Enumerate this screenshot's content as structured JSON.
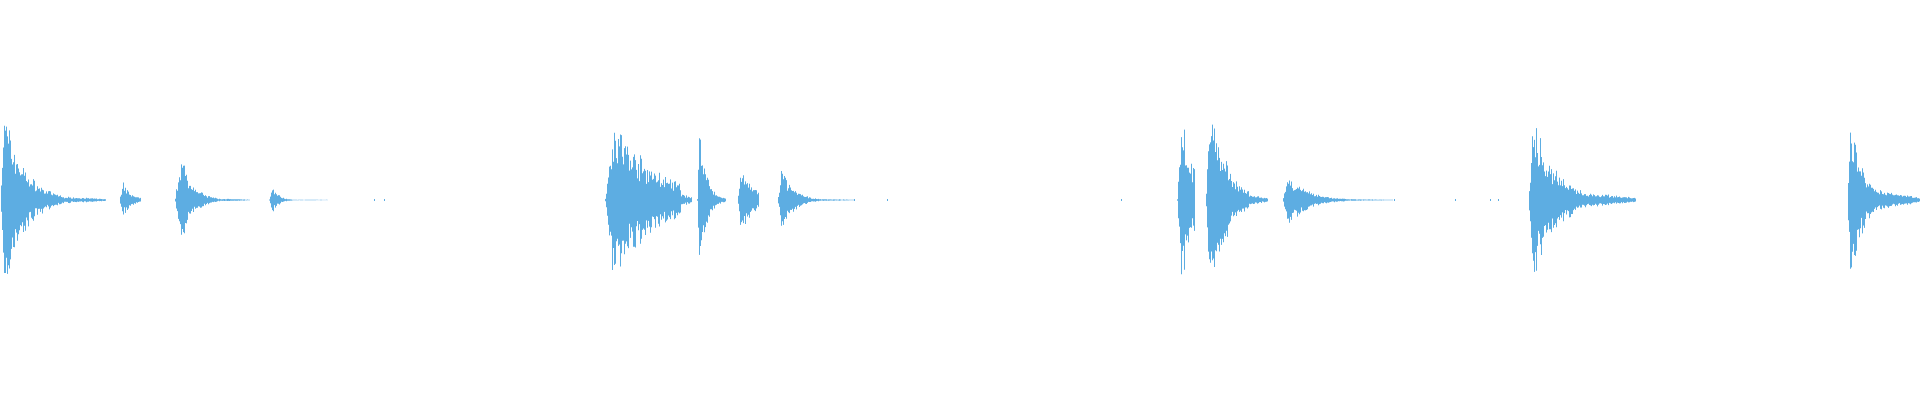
{
  "waveform": {
    "color": "#5dade2",
    "background": "#ffffff",
    "duration": 1.0,
    "bursts": [
      {
        "start": 0.0,
        "peak": 0.52,
        "attack": 0.002,
        "decay": 0.01,
        "sustain": 0.05,
        "tail_end": 0.055
      },
      {
        "start": 0.062,
        "peak": 0.1,
        "attack": 0.002,
        "decay": 0.004,
        "sustain": 0.03,
        "tail_end": 0.073
      },
      {
        "start": 0.091,
        "peak": 0.26,
        "attack": 0.003,
        "decay": 0.006,
        "sustain": 0.04,
        "tail_end": 0.13
      },
      {
        "start": 0.14,
        "peak": 0.08,
        "attack": 0.002,
        "decay": 0.003,
        "sustain": 0.02,
        "tail_end": 0.185
      },
      {
        "start": 0.315,
        "peak": 0.45,
        "attack": 0.004,
        "decay": 0.022,
        "sustain": 0.2,
        "tail_end": 0.36
      },
      {
        "start": 0.363,
        "peak": 0.4,
        "attack": 0.001,
        "decay": 0.004,
        "sustain": 0.1,
        "tail_end": 0.378
      },
      {
        "start": 0.384,
        "peak": 0.2,
        "attack": 0.002,
        "decay": 0.006,
        "sustain": 0.06,
        "tail_end": 0.395
      },
      {
        "start": 0.405,
        "peak": 0.18,
        "attack": 0.002,
        "decay": 0.006,
        "sustain": 0.04,
        "tail_end": 0.445
      },
      {
        "start": 0.613,
        "peak": 0.52,
        "attack": 0.002,
        "decay": 0.006,
        "sustain": 0.06,
        "tail_end": 0.622
      },
      {
        "start": 0.628,
        "peak": 0.6,
        "attack": 0.002,
        "decay": 0.008,
        "sustain": 0.08,
        "tail_end": 0.66
      },
      {
        "start": 0.668,
        "peak": 0.14,
        "attack": 0.003,
        "decay": 0.01,
        "sustain": 0.05,
        "tail_end": 0.725
      },
      {
        "start": 0.796,
        "peak": 0.45,
        "attack": 0.002,
        "decay": 0.012,
        "sustain": 0.12,
        "tail_end": 0.852
      },
      {
        "start": 0.962,
        "peak": 0.48,
        "attack": 0.002,
        "decay": 0.006,
        "sustain": 0.13,
        "tail_end": 1.0
      }
    ],
    "specks": [
      0.195,
      0.2,
      0.445,
      0.462,
      0.584,
      0.726,
      0.758,
      0.776,
      0.78
    ]
  }
}
